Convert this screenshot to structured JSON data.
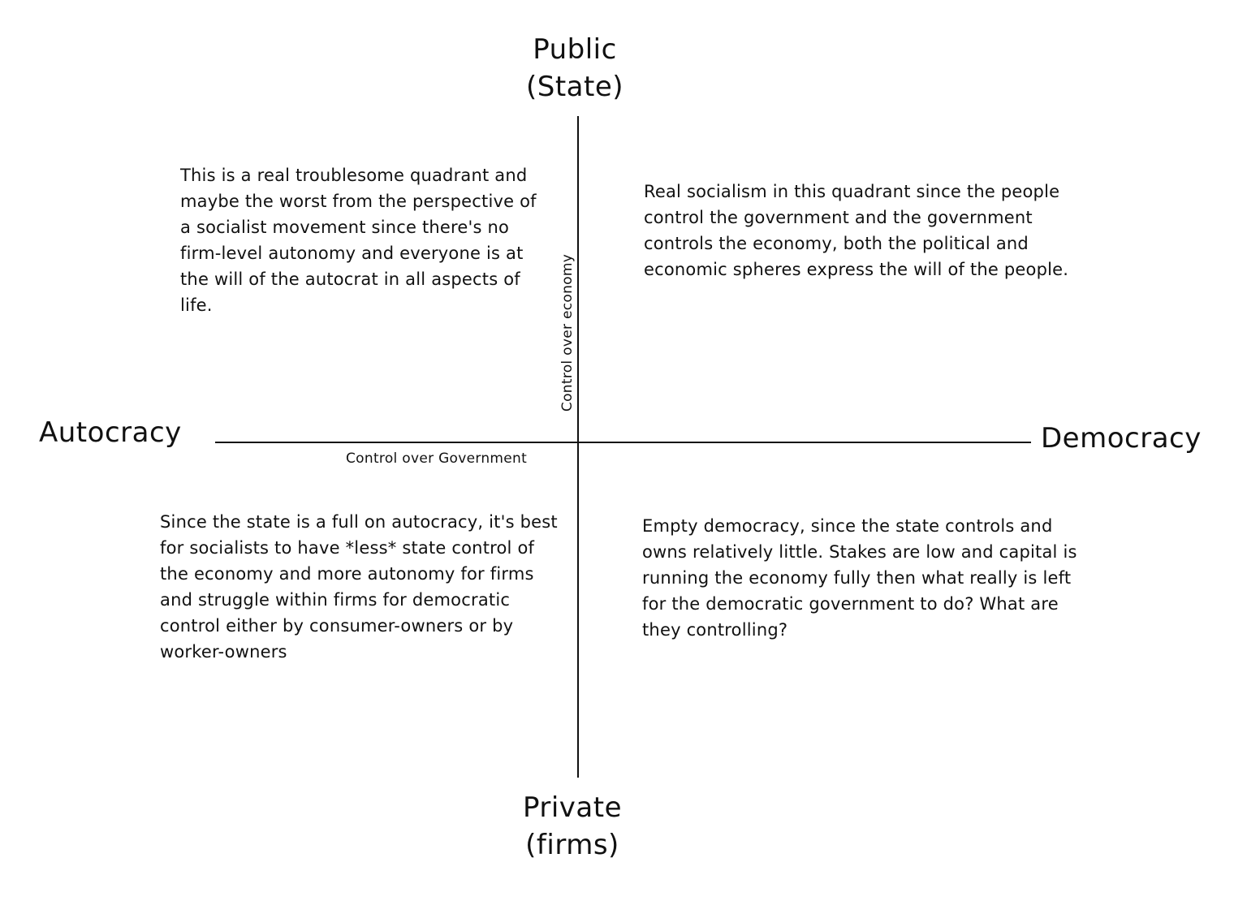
{
  "poles": {
    "top_line1": "Public",
    "top_line2": "(State)",
    "bottom_line1": "Private",
    "bottom_line2": "(firms)",
    "left": "Autocracy",
    "right": "Democracy"
  },
  "axes": {
    "horizontal_label": "Control over Government",
    "vertical_label": "Control over economy"
  },
  "quadrants": {
    "top_left": "This is a real troublesome quadrant and maybe the worst from the perspective of a socialist movement since there's no firm-level autonomy and everyone is at the will of the autocrat in all aspects of life.",
    "top_right": "Real socialism in this quadrant since the people control the government and the government controls the economy, both the political and economic spheres express the will of the people.",
    "bottom_left": "Since the state is a full on autocracy, it's best for socialists to have *less* state control of the economy and more autonomy for firms and struggle within firms for democratic control either by consumer-owners or by worker-owners",
    "bottom_right": "Empty democracy, since the state controls and owns relatively little. Stakes are low and capital is running the economy fully then what really is left for the democratic government to do? What are they controlling?"
  }
}
